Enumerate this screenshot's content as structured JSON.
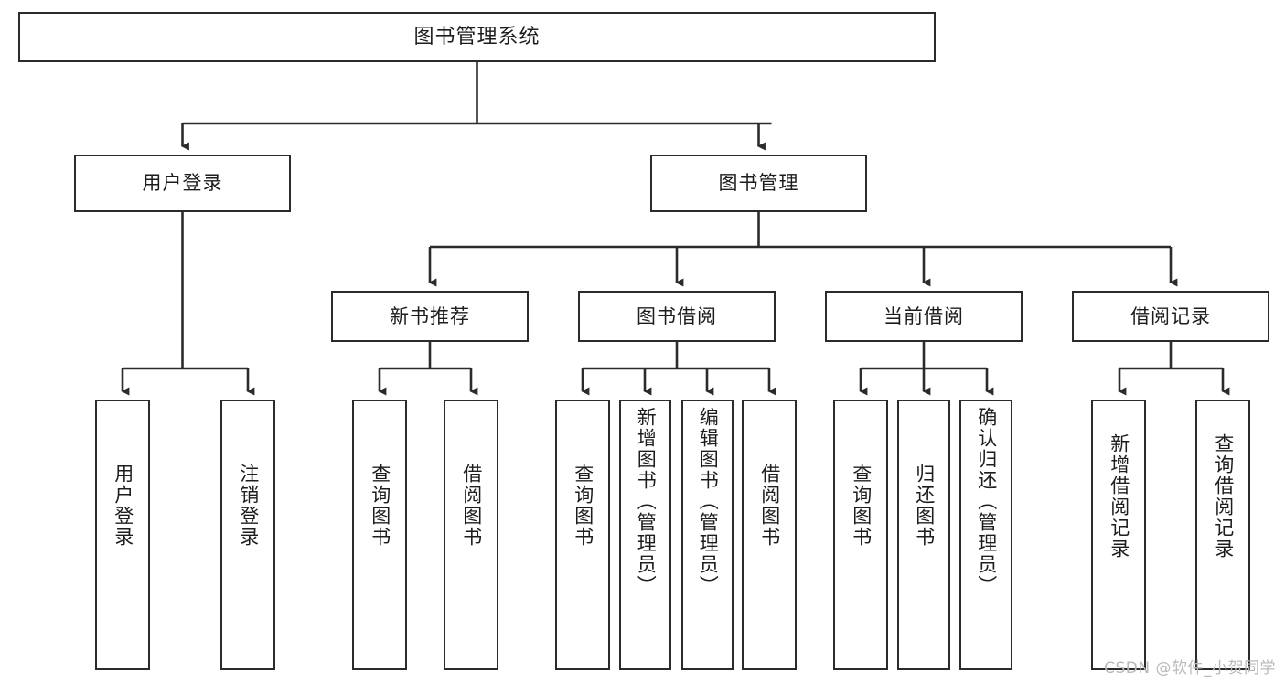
{
  "diagram": {
    "title": "图书管理系统",
    "type": "tree",
    "watermark": "CSDN @软件_小贺同学",
    "colors": {
      "box_border": "#2b2b2b",
      "box_fill": "#ffffff",
      "edge": "#2b2b2b",
      "text": "#1d1d1d",
      "watermark": "#b9b9b9"
    },
    "nodes": {
      "root": {
        "label": "图书管理系统"
      },
      "level1": [
        {
          "id": "user-login",
          "label": "用户登录"
        },
        {
          "id": "book-manage",
          "label": "图书管理"
        }
      ],
      "level2": [
        {
          "id": "new-book-recommend",
          "label": "新书推荐"
        },
        {
          "id": "book-borrow",
          "label": "图书借阅"
        },
        {
          "id": "current-borrow",
          "label": "当前借阅"
        },
        {
          "id": "borrow-record",
          "label": "借阅记录"
        }
      ],
      "leaves": [
        {
          "id": "leaf-user-login",
          "label": "用户登录",
          "parent": "user-login"
        },
        {
          "id": "leaf-user-logout",
          "label": "注销登录",
          "parent": "user-login"
        },
        {
          "id": "leaf-query-book-1",
          "label": "查询图书",
          "parent": "new-book-recommend"
        },
        {
          "id": "leaf-borrow-book-1",
          "label": "借阅图书",
          "parent": "new-book-recommend"
        },
        {
          "id": "leaf-query-book-2",
          "label": "查询图书",
          "parent": "book-borrow"
        },
        {
          "id": "leaf-add-book",
          "label": "新增图书（管理员）",
          "parent": "book-borrow"
        },
        {
          "id": "leaf-edit-book",
          "label": "编辑图书（管理员）",
          "parent": "book-borrow"
        },
        {
          "id": "leaf-borrow-book-2",
          "label": "借阅图书",
          "parent": "book-borrow"
        },
        {
          "id": "leaf-query-book-3",
          "label": "查询图书",
          "parent": "current-borrow"
        },
        {
          "id": "leaf-return-book",
          "label": "归还图书",
          "parent": "current-borrow"
        },
        {
          "id": "leaf-confirm-return",
          "label": "确认归还（管理员）",
          "parent": "current-borrow"
        },
        {
          "id": "leaf-add-record",
          "label": "新增借阅记录",
          "parent": "borrow-record"
        },
        {
          "id": "leaf-query-record",
          "label": "查询借阅记录",
          "parent": "borrow-record"
        }
      ]
    }
  }
}
